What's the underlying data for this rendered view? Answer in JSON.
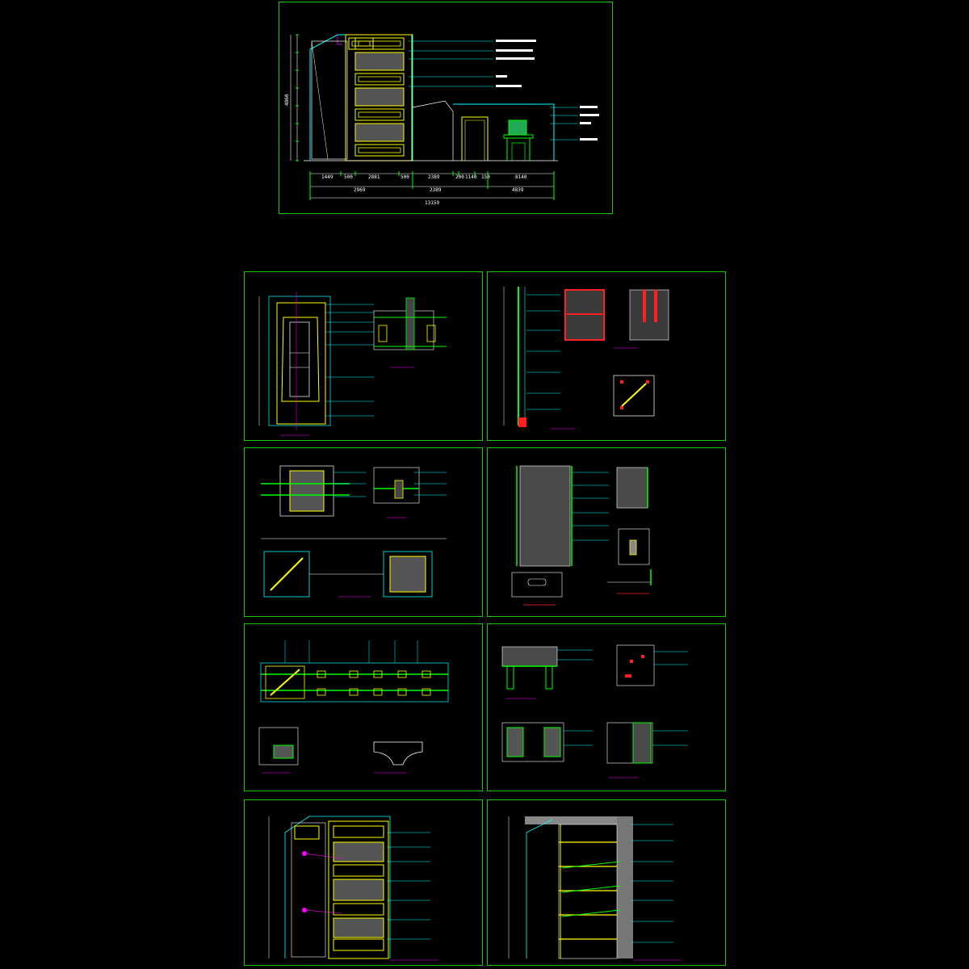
{
  "drawing": {
    "top_elevation": {
      "dims_row1": [
        "1449",
        "500",
        "2881",
        "500",
        "2389",
        "200",
        "1140",
        "150",
        "8140"
      ],
      "dims_row2": [
        "2969",
        "2389",
        "4839"
      ],
      "dims_total": "13159",
      "height_total": "4860",
      "callouts": [
        "",
        "",
        "",
        "",
        "",
        "",
        "",
        "",
        ""
      ]
    },
    "colors": {
      "frame": "#16c60c",
      "panel": "#ffff00",
      "line_cyan": "#00ffff",
      "line_magenta": "#ff00ff",
      "line_white": "#ffffff",
      "hatch": "#9a9a9a",
      "red": "#ff2020",
      "green": "#00ff00"
    },
    "sheets": [
      {
        "id": "sheet-1",
        "captions": [
          "",
          ""
        ]
      },
      {
        "id": "sheet-2",
        "captions": [
          "",
          ""
        ]
      },
      {
        "id": "sheet-3",
        "captions": [
          "",
          ""
        ]
      },
      {
        "id": "sheet-4",
        "captions": [
          "",
          ""
        ]
      },
      {
        "id": "sheet-5",
        "captions": [
          "",
          ""
        ]
      },
      {
        "id": "sheet-6",
        "captions": [
          "",
          ""
        ]
      },
      {
        "id": "sheet-7",
        "captions": [
          "",
          ""
        ]
      },
      {
        "id": "sheet-8",
        "captions": [
          "",
          ""
        ]
      },
      {
        "id": "sheet-9",
        "captions": [
          ""
        ]
      },
      {
        "id": "sheet-10",
        "captions": [
          ""
        ]
      }
    ]
  }
}
